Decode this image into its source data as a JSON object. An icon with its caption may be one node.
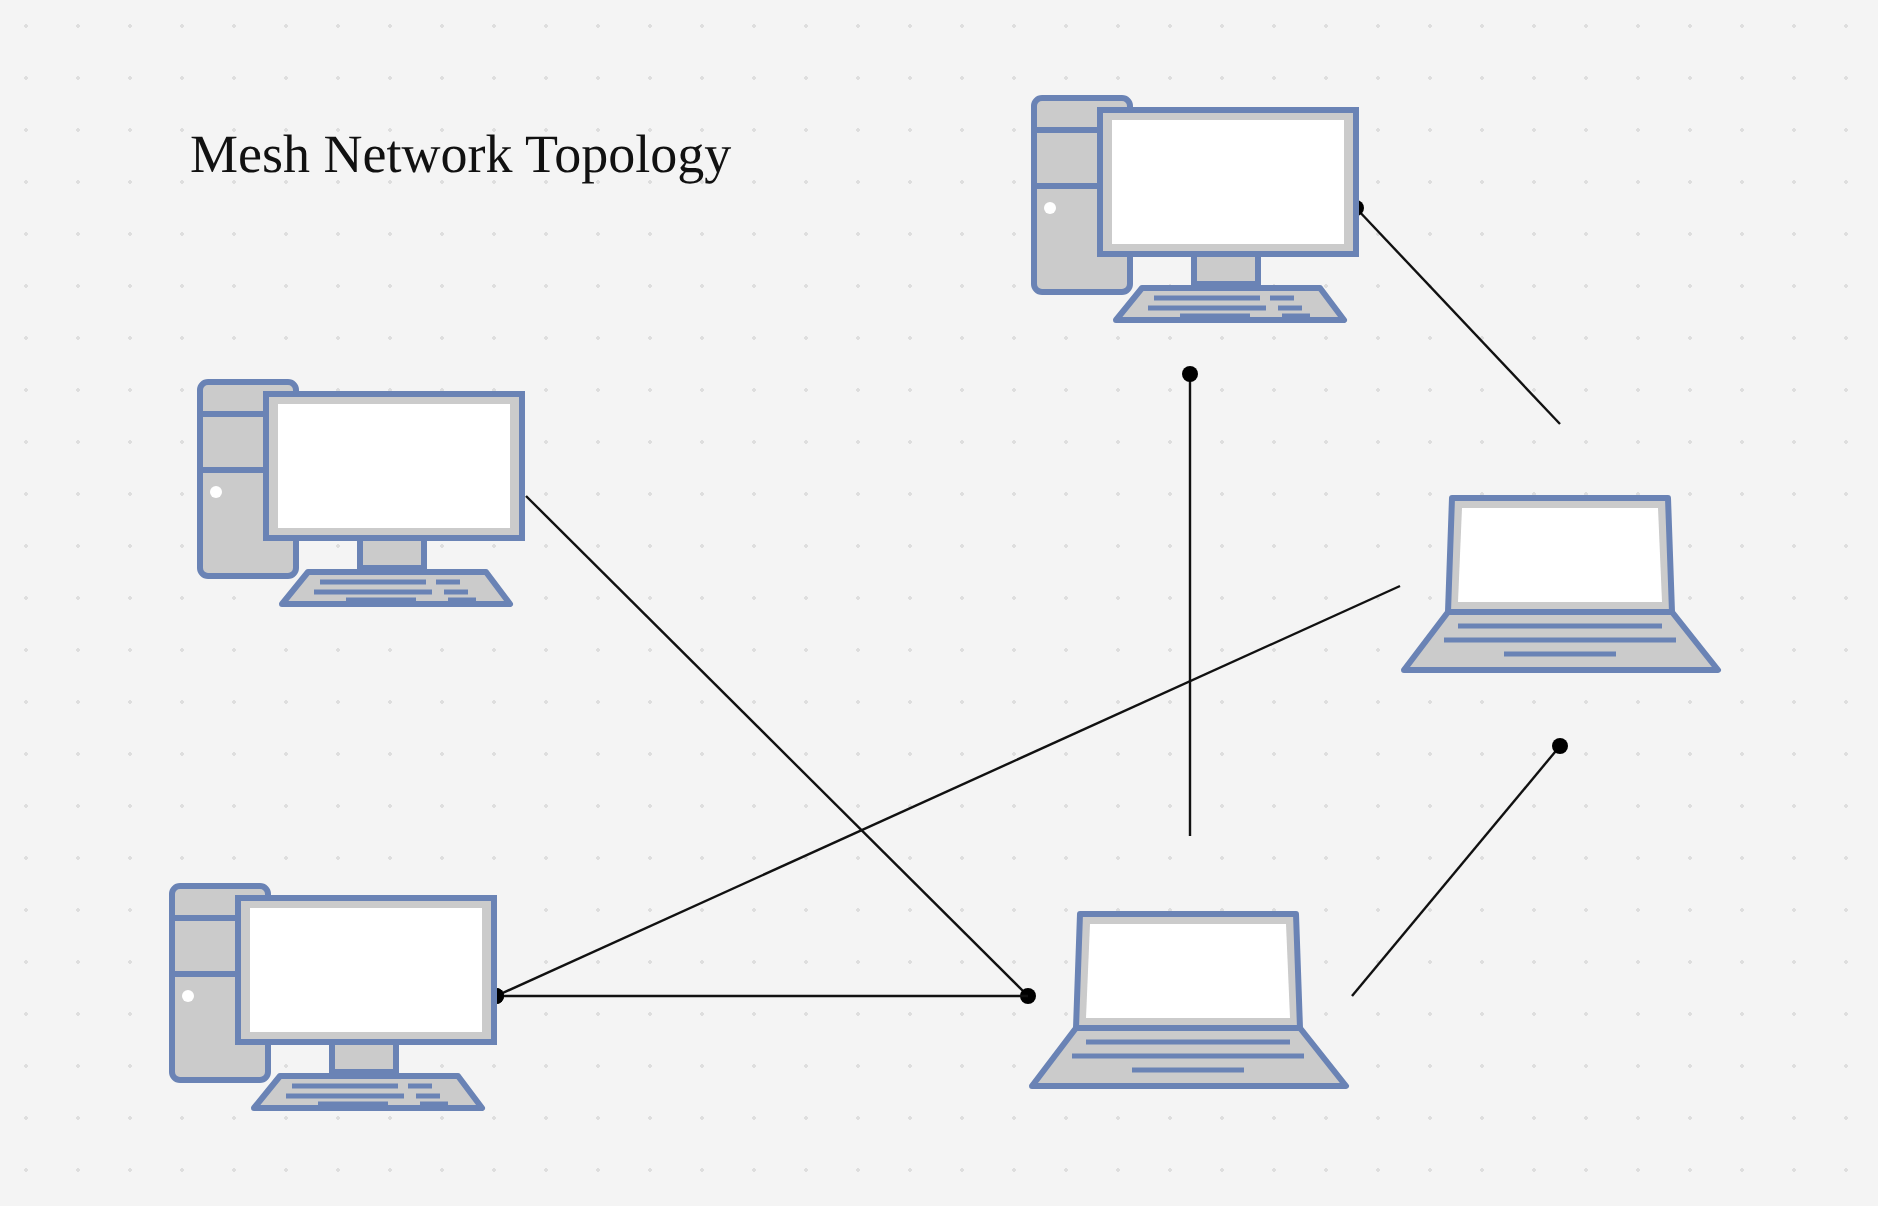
{
  "diagram": {
    "title": "Mesh Network Topology",
    "nodes": [
      {
        "text": [],
        "shape": "picture"
      },
      {
        "text": [],
        "shape": "picture"
      },
      {
        "text": [],
        "shape": "picture"
      },
      {
        "text": [],
        "shape": "picture"
      },
      {
        "text": [],
        "shape": "picture"
      }
    ],
    "edges": [
      {
        "from": 0,
        "to": 2,
        "arrow": "other"
      },
      {
        "from": 0,
        "to": 4,
        "arrow": "other"
      },
      {
        "from": 4,
        "to": 1,
        "arrow": "other"
      },
      {
        "from": 3,
        "to": 2,
        "arrow": "other"
      },
      {
        "from": 3,
        "to": 4,
        "arrow": "other"
      },
      {
        "from": 2,
        "to": 4,
        "arrow": "other"
      }
    ]
  }
}
